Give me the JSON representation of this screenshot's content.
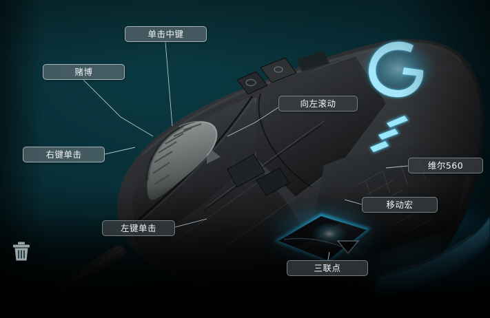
{
  "scene": {
    "title": "Logitech G502 mouse button mapping overlay",
    "background_color": "#062b33",
    "accent_color": "#19aeea",
    "glow_color": "#35c6f4"
  },
  "callouts": [
    {
      "id": "middle-click",
      "label": "单击中键"
    },
    {
      "id": "gamble",
      "label": "赌博"
    },
    {
      "id": "right-click",
      "label": "右键单击"
    },
    {
      "id": "left-click",
      "label": "左键单击"
    },
    {
      "id": "scroll-left",
      "label": "向左滚动"
    },
    {
      "id": "weier-560",
      "label": "维尔560"
    },
    {
      "id": "move-macro",
      "label": "移动宏"
    },
    {
      "id": "triple-dot",
      "label": "三联点"
    }
  ],
  "icons": {
    "trash": "trash-icon"
  }
}
